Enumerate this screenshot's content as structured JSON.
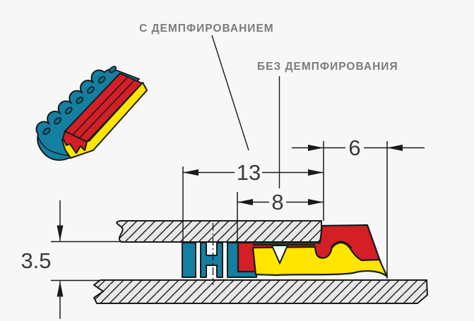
{
  "diagram": {
    "labels": {
      "with_damping": "С ДЕМПФИРОВАНИЕМ",
      "without_damping": "БЕЗ ДЕМПФИРОВАНИЯ"
    },
    "dimensions": {
      "total_width": "13",
      "clip_width": "8",
      "nose_width": "6",
      "panel_gap": "3.5"
    },
    "colors": {
      "damper_teal": "#137fa1",
      "damper_teal_dark": "#0e6f8e",
      "clip_red": "#d41f26",
      "foam_yellow": "#ffe500",
      "plate_gray": "#e8e8e8",
      "line_black": "#1a1a1a",
      "label_gray": "#7b7b7b",
      "number_gray": "#3a3a3a",
      "background": "#f7f7f7"
    }
  }
}
